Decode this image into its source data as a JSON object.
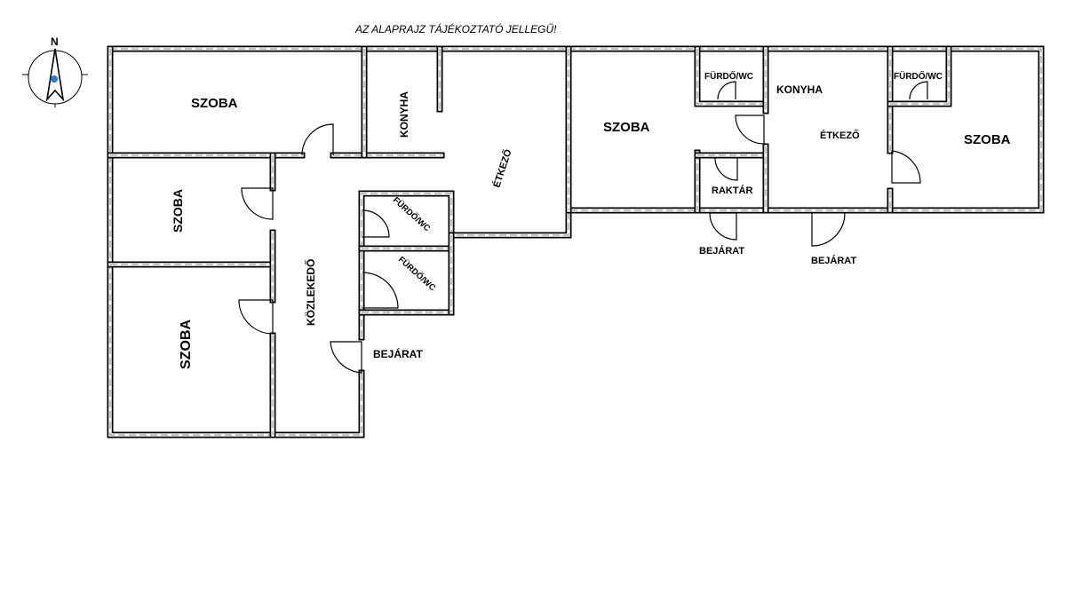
{
  "notice": "AZ ALAPRAJZ TÁJÉKOZTATÓ JELLEGŰ!",
  "compass": {
    "north_label": "N",
    "dot_color": "#1e7fd6"
  },
  "rooms": {
    "szoba_top_left": "SZOBA",
    "szoba_mid_left": "SZOBA",
    "szoba_bottom_left": "SZOBA",
    "konyha_left": "KONYHA",
    "etkezo_left": "ÉTKEZŐ",
    "kozlekedo": "KÖZLEKEDŐ",
    "furdo_upper": "FÜRDŐ/WC",
    "furdo_lower": "FÜRDŐ/WC",
    "bejarat_left": "BEJÁRAT",
    "szoba_center": "SZOBA",
    "furdo_center": "FÜRDŐ/WC",
    "raktar": "RAKTÁR",
    "bejarat_center": "BEJÁRAT",
    "konyha_right": "KONYHA",
    "etkezo_right": "ÉTKEZŐ",
    "bejarat_right": "BEJÁRAT",
    "furdo_right": "FÜRDŐ/WC",
    "szoba_right": "SZOBA"
  }
}
